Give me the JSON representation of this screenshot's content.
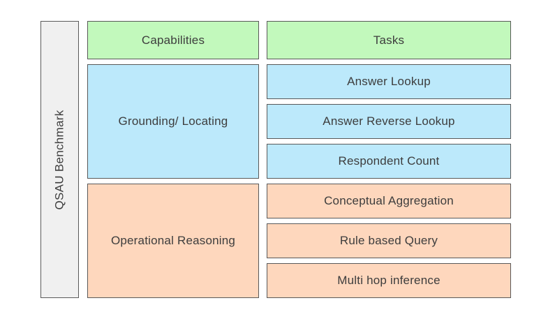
{
  "diagram": {
    "title": "QSAU Benchmark",
    "headers": {
      "capabilities": "Capabilities",
      "tasks": "Tasks"
    },
    "capabilities": [
      {
        "label": "Grounding/ Locating",
        "tasks": [
          "Answer Lookup",
          "Answer Reverse Lookup",
          "Respondent Count"
        ]
      },
      {
        "label": "Operational Reasoning",
        "tasks": [
          "Conceptual Aggregation",
          "Rule based Query",
          "Multi hop inference"
        ]
      }
    ],
    "colors": {
      "header_green": "#c2f9bc",
      "grounding_blue": "#bce9fb",
      "reasoning_orange": "#fed7bd",
      "sidebar_gray": "#f0f0f0",
      "border": "#595959",
      "text": "#3d3d3d"
    }
  }
}
